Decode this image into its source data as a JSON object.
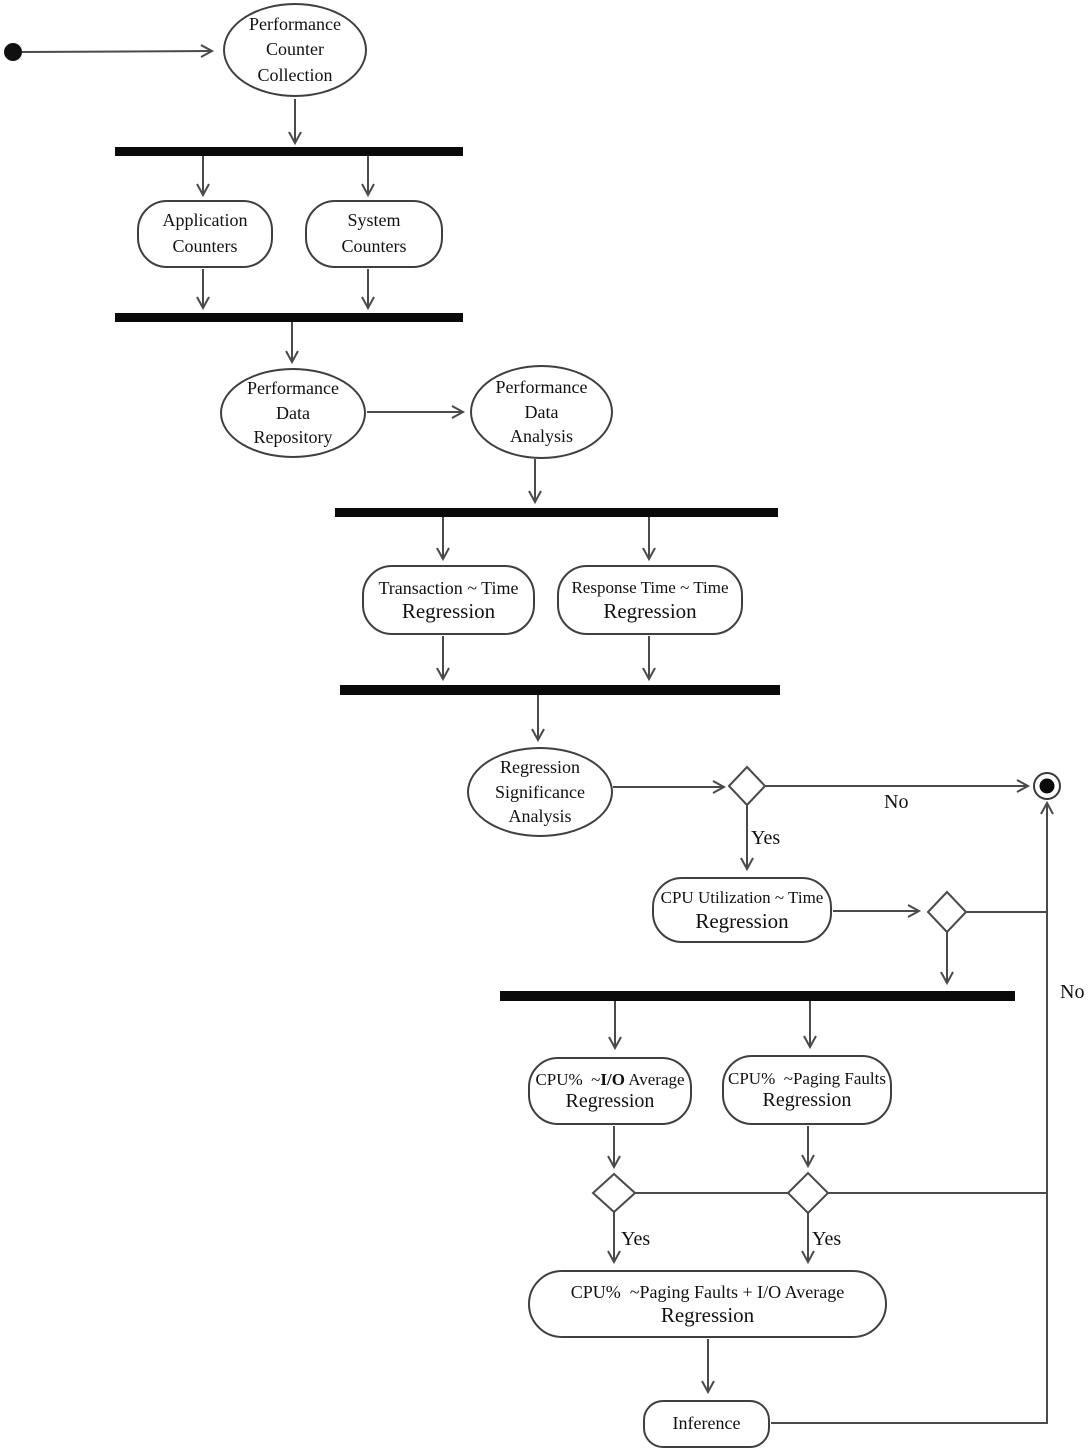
{
  "nodes": {
    "counter_collection": {
      "label": "Performance\nCounter\nCollection"
    },
    "application_counters": {
      "label": "Application\nCounters"
    },
    "system_counters": {
      "label": "System\nCounters"
    },
    "data_repository": {
      "label": "Performance\nData\nRepository"
    },
    "data_analysis": {
      "label": "Performance\nData\nAnalysis"
    },
    "transaction_regression": {
      "line1": "Transaction ~ Time",
      "line2": "Regression"
    },
    "response_regression": {
      "line1": "Response Time ~ Time",
      "line2": "Regression"
    },
    "significance_analysis": {
      "label": "Regression\nSignificance\nAnalysis"
    },
    "cpu_time_regression": {
      "line1": "CPU Utilization ~ Time",
      "line2": "Regression"
    },
    "cpu_io_regression": {
      "line1_pre": "CPU%  ~",
      "line1_bold": "I/O",
      "line1_post": " Average",
      "line2": "Regression"
    },
    "cpu_paging_regression": {
      "line1": "CPU%  ~Paging Faults",
      "line2": "Regression"
    },
    "cpu_combined_regression": {
      "line1": "CPU%  ~Paging Faults + I/O Average",
      "line2": "Regression"
    },
    "inference": {
      "label": "Inference"
    }
  },
  "edge_labels": {
    "decision1_no": "No",
    "decision1_yes": "Yes",
    "decision2_no": "No",
    "decision3_yes": "Yes",
    "decision4_yes": "Yes"
  },
  "colors": {
    "stroke": "#4a4a4a",
    "node_border": "#3f3f3f",
    "bar_fill": "#0a0a0a",
    "text": "#111111",
    "background": "#ffffff"
  }
}
